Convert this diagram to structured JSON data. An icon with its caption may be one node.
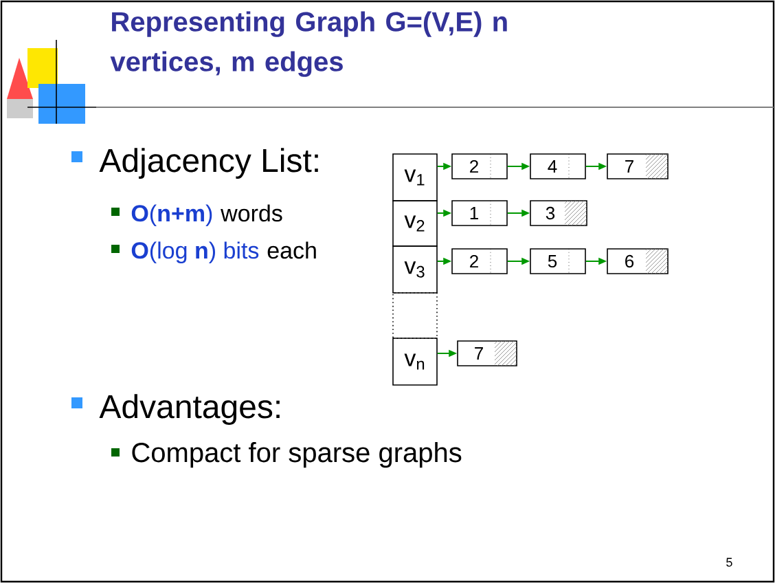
{
  "diagram": {
    "title": "Representing Graph  G=(V,E) n vertices,  m edges",
    "nodes": [
      {
        "text": [
          "v$_{1}$"
        ]
      },
      {
        "text": [
          "2"
        ]
      },
      {
        "text": [
          "4"
        ]
      },
      {
        "text": [
          "7"
        ]
      },
      {
        "text": [
          "v$_{2}$"
        ]
      },
      {
        "text": [
          "1"
        ]
      },
      {
        "text": [
          "3"
        ]
      },
      {
        "text": [
          "v$_{3}$"
        ]
      },
      {
        "text": [
          "2"
        ]
      },
      {
        "text": [
          "5"
        ]
      },
      {
        "text": [
          "6"
        ]
      },
      {
        "text": [],
        "shape": "box"
      },
      {
        "text": [
          "v$_{n}$"
        ]
      },
      {
        "text": [
          "7"
        ]
      }
    ],
    "edges": [
      {
        "from": 0,
        "to": 1,
        "arrow": "to"
      },
      {
        "from": 1,
        "to": 2,
        "arrow": "to"
      },
      {
        "from": 2,
        "to": 3,
        "arrow": "to"
      },
      {
        "from": 4,
        "to": 5,
        "arrow": "to"
      },
      {
        "from": 5,
        "to": 6,
        "arrow": "to"
      },
      {
        "from": 7,
        "to": 8,
        "arrow": "to"
      },
      {
        "from": 8,
        "to": 9,
        "arrow": "to"
      },
      {
        "from": 9,
        "to": 10,
        "arrow": "to"
      },
      {
        "from": 12,
        "to": 13,
        "arrow": "to"
      }
    ],
    "labels": [
      "Adjacency List:",
      "**O**(**n+m**)",
      "words",
      "**O**(log **n**) bits",
      "each",
      "Advantages:",
      "Compact for sparse graphs",
      "5"
    ]
  }
}
